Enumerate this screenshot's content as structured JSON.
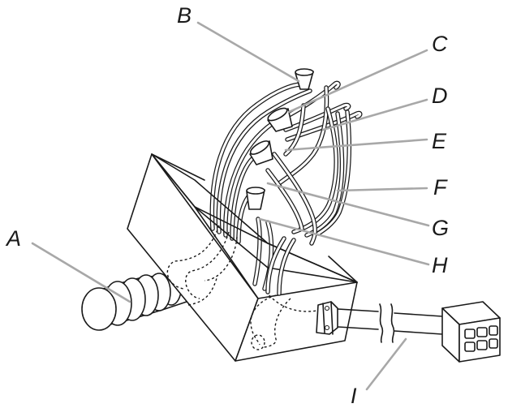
{
  "labels": {
    "a": "A",
    "b": "B",
    "c": "C",
    "d": "D",
    "e": "E",
    "f": "F",
    "g": "G",
    "h": "H",
    "i": "I"
  },
  "colors": {
    "line": "#1a1a1a",
    "leader": "#a8a8a8",
    "background": "#ffffff"
  }
}
